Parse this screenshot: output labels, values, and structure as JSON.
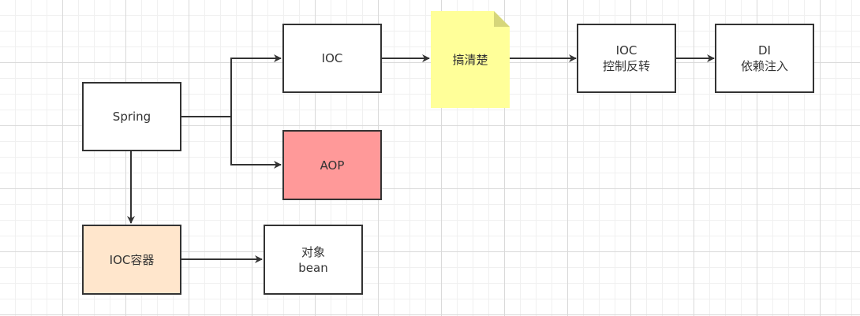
{
  "colors": {
    "line": "#333333",
    "node_fill": "#ffffff",
    "aop_fill": "#ff9999",
    "container_fill": "#ffe6cc",
    "note_fill": "#ffff99",
    "note_fold": "#d6d67a"
  },
  "nodes": {
    "spring": {
      "label": "Spring"
    },
    "ioc": {
      "label": "IOC"
    },
    "aop": {
      "label": "AOP"
    },
    "ioc_container": {
      "label": "IOC容器"
    },
    "object_bean": {
      "line1": "对象",
      "line2": "bean"
    },
    "note": {
      "label": "搞清楚"
    },
    "ioc_control": {
      "line1": "IOC",
      "line2": "控制反转"
    },
    "di": {
      "line1": "DI",
      "line2": "依赖注入"
    }
  }
}
